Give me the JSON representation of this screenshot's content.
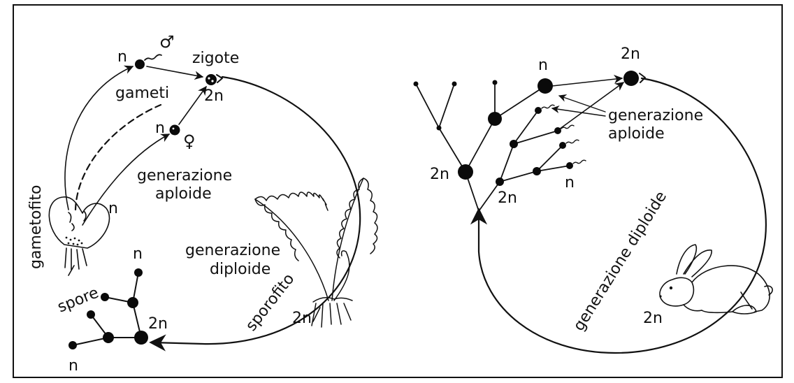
{
  "left_cycle": {
    "gametofito": "gametofito",
    "gameti": "gameti",
    "zigote": "zigote",
    "zigote_ploidy": "2n",
    "male_gamete_ploidy": "n",
    "male_symbol": "♂",
    "female_gamete_ploidy": "n",
    "female_symbol": "♀",
    "gen_aploide_1": "generazione",
    "gen_aploide_2": "aploide",
    "gametophyte_ploidy": "n",
    "gen_diploide_1": "generazione",
    "gen_diploide_2": "diploide",
    "sporofito": "sporofito",
    "sporophyte_ploidy": "2n",
    "spore": "spore",
    "spore_n_top": "n",
    "spore_n_bottom": "n",
    "spore_2n": "2n"
  },
  "right_cycle": {
    "top_n": "n",
    "zygote_2n": "2n",
    "gen_aploide_1": "generazione",
    "gen_aploide_2": "aploide",
    "branch_2n_left": "2n",
    "branch_2n_bottom": "2n",
    "sperm_n": "n",
    "gen_diploide": "generazione  diploide",
    "rabbit_2n": "2n"
  }
}
